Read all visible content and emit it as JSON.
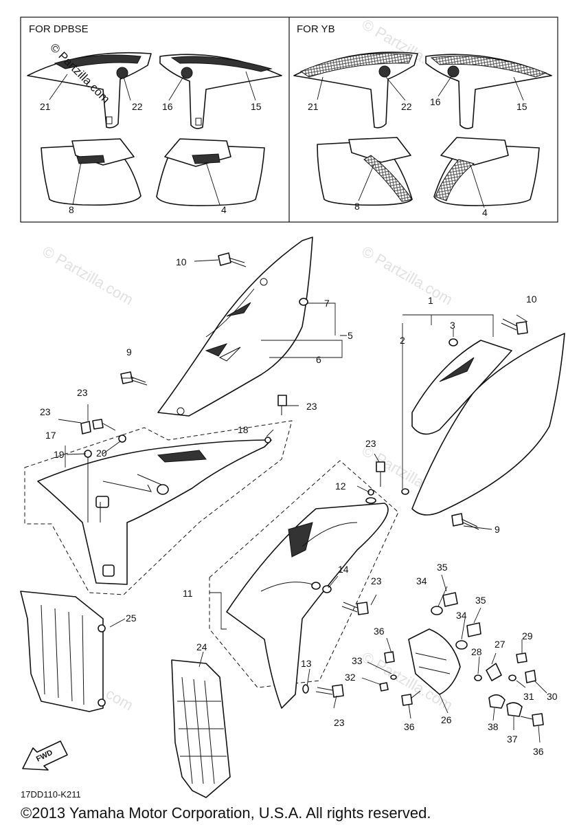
{
  "panels": {
    "left_title": "FOR DPBSE",
    "right_title": "FOR YB"
  },
  "watermark": {
    "overlay_text": "© Partzilla.com",
    "bg_text": "© Partzilla.com"
  },
  "labels": {
    "p1": "1",
    "p2": "2",
    "p3": "3",
    "p4": "4",
    "p5": "5",
    "p6": "6",
    "p7": "7",
    "p8": "8",
    "p9": "9",
    "p10": "10",
    "p11": "11",
    "p12": "12",
    "p13": "13",
    "p14": "14",
    "p15": "15",
    "p16": "16",
    "p17": "17",
    "p18": "18",
    "p19": "19",
    "p20": "20",
    "p21": "21",
    "p22": "22",
    "p23": "23",
    "p24": "24",
    "p25": "25",
    "p26": "26",
    "p27": "27",
    "p28": "28",
    "p29": "29",
    "p30": "30",
    "p31": "31",
    "p32": "32",
    "p33": "33",
    "p34": "34",
    "p35": "35",
    "p36": "36",
    "p37": "37",
    "p38": "38"
  },
  "fwd_label": "FWD",
  "diagram_code": "17DD110-K211",
  "copyright": "©2013 Yamaha Motor Corporation, U.S.A. All rights reserved."
}
